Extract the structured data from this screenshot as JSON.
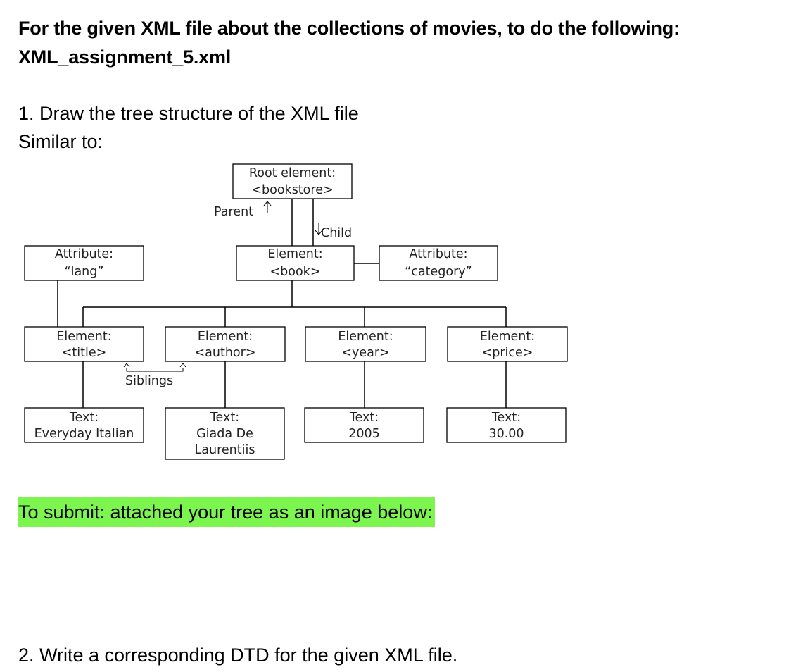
{
  "header": {
    "line1": "For the given XML file about the collections of movies, to do the following:",
    "line2": "XML_assignment_5.xml"
  },
  "task1": {
    "title": "1. Draw the tree structure of the XML file",
    "subtitle": "Similar to:"
  },
  "diagram": {
    "root": {
      "line1": "Root element:",
      "line2": "<bookstore>"
    },
    "book": {
      "line1": "Element:",
      "line2": "<book>"
    },
    "attr_lang": {
      "line1": "Attribute:",
      "line2": "“lang”"
    },
    "attr_category": {
      "line1": "Attribute:",
      "line2": "“category”"
    },
    "el_title": {
      "line1": "Element:",
      "line2": "<title>"
    },
    "el_author": {
      "line1": "Element:",
      "line2": "<author>"
    },
    "el_year": {
      "line1": "Element:",
      "line2": "<year>"
    },
    "el_price": {
      "line1": "Element:",
      "line2": "<price>"
    },
    "text_title": {
      "line1": "Text:",
      "line2": "Everyday Italian"
    },
    "text_author": {
      "line1": "Text:",
      "line2": "Giada De",
      "line3": "Laurentiis"
    },
    "text_year": {
      "line1": "Text:",
      "line2": "2005"
    },
    "text_price": {
      "line1": "Text:",
      "line2": "30.00"
    },
    "label_parent": "Parent",
    "label_child": "Child",
    "label_siblings": "Siblings"
  },
  "submit": {
    "text": "To submit: attached your tree as an image below:",
    "highlight_color": "#7df54f"
  },
  "task2": {
    "title": "2. Write a corresponding DTD for the given XML file."
  }
}
